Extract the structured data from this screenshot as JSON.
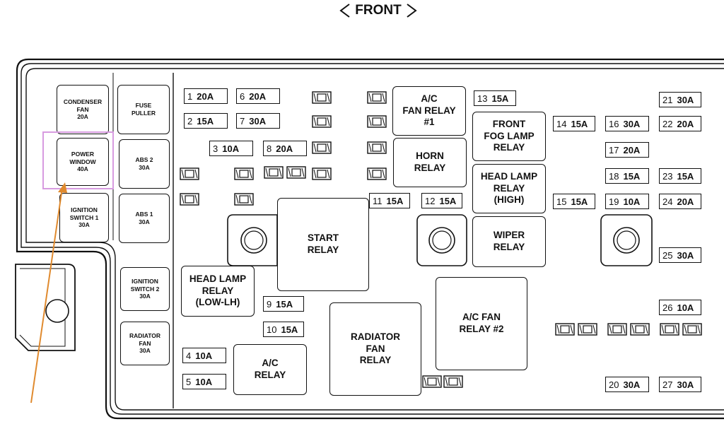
{
  "header": {
    "front_label": "FRONT"
  },
  "left_column": [
    {
      "id": "condenser-fan",
      "label": "CONDENSER\nFAN\n20A"
    },
    {
      "id": "fuse-puller",
      "label": "FUSE\nPULLER"
    },
    {
      "id": "power-window",
      "label": "POWER\nWINDOW\n40A"
    },
    {
      "id": "abs-2",
      "label": "ABS 2\n30A"
    },
    {
      "id": "ignition-switch-1",
      "label": "IGNITION\nSWITCH 1\n30A"
    },
    {
      "id": "abs-1",
      "label": "ABS 1\n30A"
    },
    {
      "id": "ignition-switch-2",
      "label": "IGNITION\nSWITCH 2\n30A"
    },
    {
      "id": "radiator-fan-fuse",
      "label": "RADIATOR\nFAN\n30A"
    }
  ],
  "relays": [
    {
      "id": "ac-fan-relay-1",
      "label": "A/C\nFAN RELAY\n#1"
    },
    {
      "id": "horn-relay",
      "label": "HORN\nRELAY"
    },
    {
      "id": "front-fog-lamp-relay",
      "label": "FRONT\nFOG LAMP\nRELAY"
    },
    {
      "id": "head-lamp-relay-high",
      "label": "HEAD LAMP\nRELAY\n(HIGH)"
    },
    {
      "id": "wiper-relay",
      "label": "WIPER\nRELAY"
    },
    {
      "id": "start-relay",
      "label": "START\nRELAY"
    },
    {
      "id": "head-lamp-relay-low",
      "label": "HEAD LAMP\nRELAY\n(LOW-LH)"
    },
    {
      "id": "ac-relay",
      "label": "A/C\nRELAY"
    },
    {
      "id": "radiator-fan-relay",
      "label": "RADIATOR\nFAN\nRELAY"
    },
    {
      "id": "ac-fan-relay-2",
      "label": "A/C FAN\nRELAY #2"
    }
  ],
  "fuses": [
    {
      "num": "1",
      "amp": "20A"
    },
    {
      "num": "2",
      "amp": "15A"
    },
    {
      "num": "3",
      "amp": "10A"
    },
    {
      "num": "4",
      "amp": "10A"
    },
    {
      "num": "5",
      "amp": "10A"
    },
    {
      "num": "6",
      "amp": "20A"
    },
    {
      "num": "7",
      "amp": "30A"
    },
    {
      "num": "8",
      "amp": "20A"
    },
    {
      "num": "9",
      "amp": "15A"
    },
    {
      "num": "10",
      "amp": "15A"
    },
    {
      "num": "11",
      "amp": "15A"
    },
    {
      "num": "12",
      "amp": "15A"
    },
    {
      "num": "13",
      "amp": "15A"
    },
    {
      "num": "14",
      "amp": "15A"
    },
    {
      "num": "15",
      "amp": "15A"
    },
    {
      "num": "16",
      "amp": "30A"
    },
    {
      "num": "17",
      "amp": "20A"
    },
    {
      "num": "18",
      "amp": "15A"
    },
    {
      "num": "19",
      "amp": "10A"
    },
    {
      "num": "20",
      "amp": "30A"
    },
    {
      "num": "21",
      "amp": "30A"
    },
    {
      "num": "22",
      "amp": "20A"
    },
    {
      "num": "23",
      "amp": "15A"
    },
    {
      "num": "24",
      "amp": "20A"
    },
    {
      "num": "25",
      "amp": "30A"
    },
    {
      "num": "26",
      "amp": "10A"
    },
    {
      "num": "27",
      "amp": "30A"
    }
  ],
  "colors": {
    "highlight": "#d79be0",
    "arrow": "#e08a2e",
    "line": "#111111"
  },
  "icons": [
    "front-left-chevron-icon",
    "front-right-chevron-icon",
    "mini-fuse-icon",
    "mounting-hole-icon",
    "pointer-arrow-icon"
  ]
}
